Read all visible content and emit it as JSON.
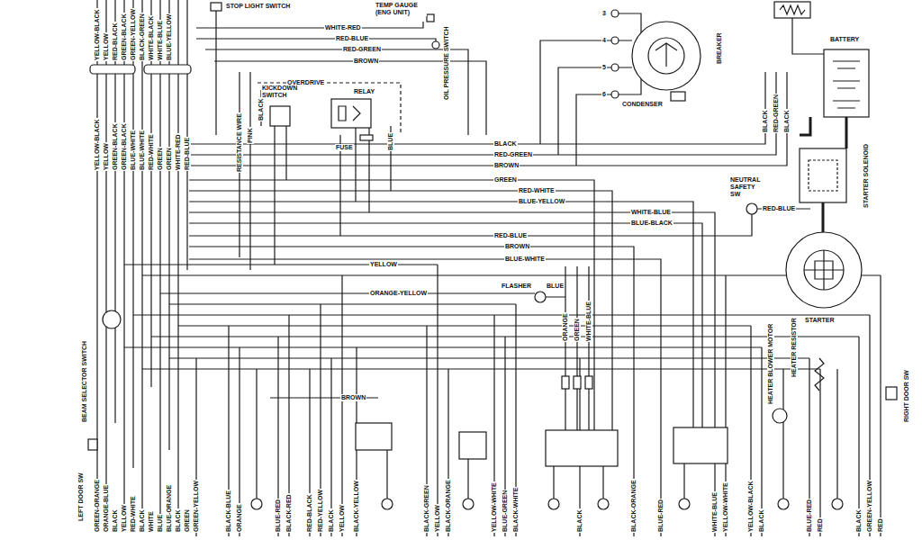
{
  "diagram": {
    "labels": [
      "STOP LIGHT SWITCH",
      "TEMP GAUGE (ENG UNIT)",
      "WHITE-RED",
      "RED-BLUE",
      "RED-GREEN",
      "BROWN",
      "OIL PRESSURE SWITCH",
      "OVERDRIVE",
      "KICKDOWN SWITCH",
      "RELAY",
      "BLACK",
      "FUSE",
      "BLUE",
      "RESISTANCE WIRE",
      "PINK",
      "3",
      "4",
      "5",
      "6",
      "BREAKER",
      "CONDENSER",
      "BATTERY",
      "BLACK",
      "RED-GREEN",
      "BLACK",
      "STARTER SOLENOID",
      "NEUTRAL SAFETY SW",
      "RED-BLUE",
      "STARTER",
      "YELLOW-BLACK",
      "YELLOW",
      "RED-BLACK",
      "GREEN-BLACK",
      "GREEN-YELLOW",
      "BLACK-GREEN",
      "WHITE-BLACK",
      "WHITE-BLUE",
      "BLUE-YELLOW",
      "YELLOW-BLACK",
      "YELLOW",
      "GREEN-BLACK",
      "GREEN-BLACK",
      "BLUE-WHITE",
      "BLUE-WHITE",
      "RED-WHITE",
      "GREEN",
      "GREEN",
      "WHITE-RED",
      "RED-BLUE",
      "BLACK",
      "RED-GREEN",
      "BROWN",
      "GREEN",
      "RED-WHITE",
      "BLUE-YELLOW",
      "WHITE-BLUE",
      "BLUE-BLACK",
      "RED-BLUE",
      "BROWN",
      "BLUE-WHITE",
      "YELLOW",
      "ORANGE-YELLOW",
      "FLASHER",
      "BLUE",
      "ORANGE",
      "GREEN",
      "WHITE-BLUE",
      "BROWN",
      "HEATER RESISTOR",
      "HEATER BLOWER MOTOR",
      "RIGHT DOOR SW",
      "BEAM SELECTOR SWITCH",
      "LEFT DOOR SW",
      "GREEN-ORANGE",
      "ORANGE-BLUE",
      "BLACK",
      "YELLOW",
      "RED-WHITE",
      "BLACK",
      "WHITE",
      "BLUE",
      "BLUE-ORANGE",
      "BLACK",
      "GREEN",
      "GREEN-YELLOW",
      "BLACK-BLUE",
      "ORANGE",
      "BLUE-RED",
      "BLACK-RED",
      "RED-BLACK",
      "RED-YELLOW",
      "BLACK",
      "YELLOW",
      "BLACK-YELLOW",
      "BLACK-GREEN",
      "YELLOW",
      "BLACK-ORANGE",
      "YELLOW-WHITE",
      "BLUE-GREEN",
      "BLACK-WHITE",
      "BLACK",
      "BLACK-ORANGE",
      "BLUE-RED",
      "WHITE-BLUE",
      "YELLOW-WHITE",
      "YELLOW-BLACK",
      "BLACK",
      "BLUE-RED",
      "RED",
      "BLACK",
      "GREEN-YELLOW",
      "RED"
    ]
  }
}
